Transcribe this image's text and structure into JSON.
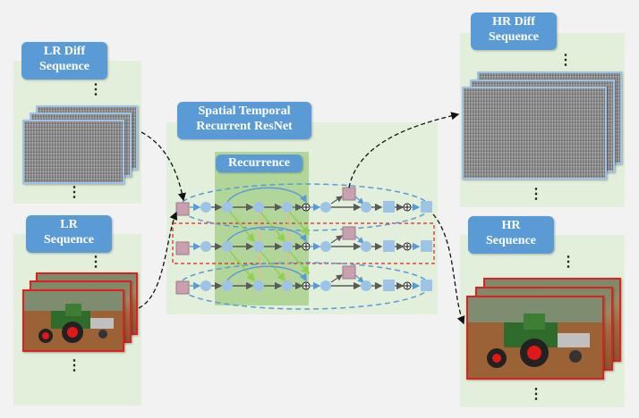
{
  "labels": {
    "lr_diff": [
      "LR  Diff",
      "Sequence"
    ],
    "lr": [
      "LR",
      "Sequence"
    ],
    "network": [
      "Spatial Temporal",
      "Recurrent ResNet"
    ],
    "recurrence": "Recurrence",
    "hr_diff": [
      "HR  Diff",
      "Sequence"
    ],
    "hr": [
      "HR",
      "Sequence"
    ]
  },
  "ellipsis": "⋮",
  "colors": {
    "panel": "#e2efda",
    "recurrence_panel": "#a9d18e",
    "tag": "#5b9bd5",
    "node": "#9dc3e6",
    "feature": "#c9a0b0",
    "diff_border": "#9dc3e6",
    "lr_border": "#e02020",
    "forward_arrow": "#595959",
    "recurrent_arrow": "#92d050",
    "dashed": "#5b9bd5",
    "highlight": "#e02020"
  }
}
